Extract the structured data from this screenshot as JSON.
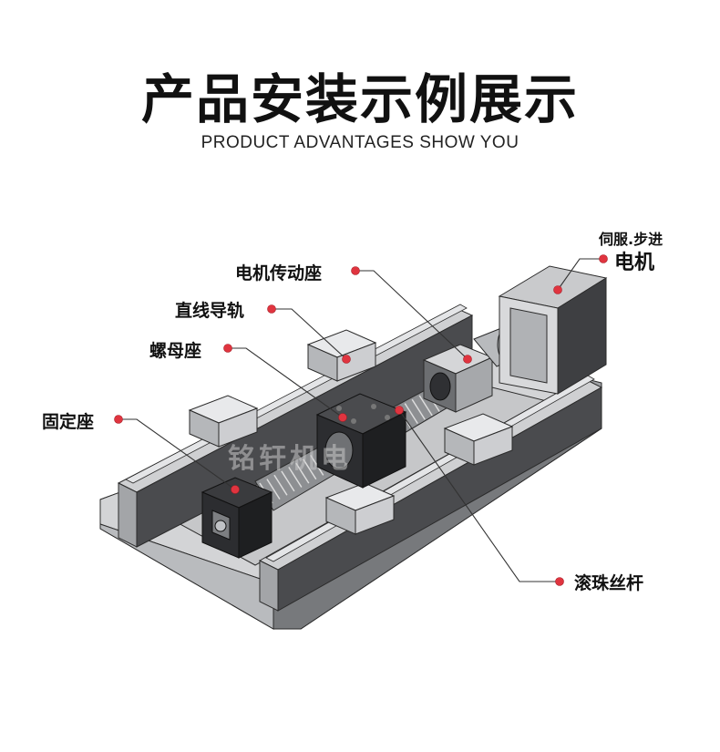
{
  "header": {
    "title": "产品安装示例展示",
    "subtitle": "PRODUCT ADVANTAGES SHOW YOU"
  },
  "callouts": {
    "motor_type": "伺服.步进",
    "motor": "电机",
    "motor_mount": "电机传动座",
    "linear_guide": "直线导轨",
    "nut_seat": "螺母座",
    "fixed_seat": "固定座",
    "ball_screw": "滚珠丝杆"
  },
  "watermark": "铭轩机电",
  "colors": {
    "marker": "#e0343f",
    "leader": "#333333",
    "metal_light": "#d8d9db",
    "metal_mid": "#a9abae",
    "metal_dark": "#3c3d40"
  }
}
